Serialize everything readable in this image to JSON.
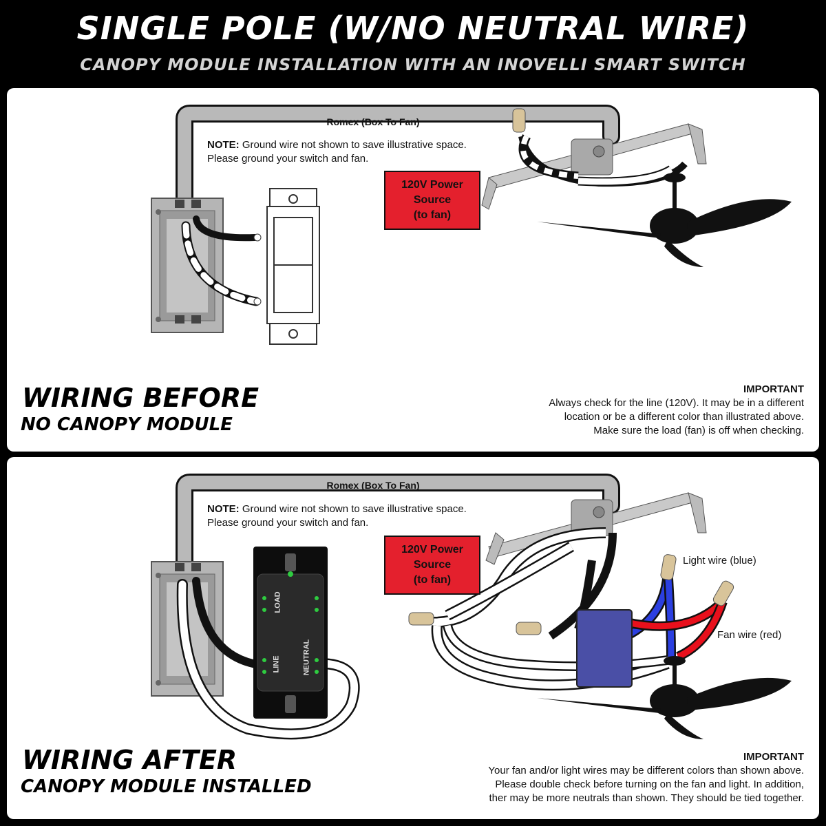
{
  "header": {
    "title": "SINGLE POLE (W/NO NEUTRAL WIRE)",
    "subtitle": "CANOPY MODULE INSTALLATION WITH AN INOVELLI SMART SWITCH"
  },
  "before": {
    "romex_label": "Romex (Box To Fan)",
    "note_label": "NOTE:",
    "note_text": "Ground wire not shown to save illustrative space. Please ground your switch and fan.",
    "power_line1": "120V Power",
    "power_line2": "Source",
    "power_line3": "(to fan)",
    "heading": "WIRING BEFORE",
    "subheading": "NO CANOPY MODULE",
    "important_title": "IMPORTANT",
    "important_line1": "Always check for the line (120V). It may be in a different",
    "important_line2": "location or be a different color than illustrated above.",
    "important_line3": "Make sure the load (fan) is off when checking."
  },
  "after": {
    "romex_label": "Romex (Box To Fan)",
    "note_label": "NOTE:",
    "note_text": "Ground wire not shown to save illustrative space. Please ground your switch and fan.",
    "power_line1": "120V Power",
    "power_line2": "Source",
    "power_line3": "(to fan)",
    "switch_load": "LOAD",
    "switch_line": "LINE",
    "switch_neutral": "NEUTRAL",
    "light_wire": "Light wire (blue)",
    "fan_wire": "Fan wire (red)",
    "heading": "WIRING AFTER",
    "subheading": "CANOPY MODULE INSTALLED",
    "important_title": "IMPORTANT",
    "important_line1": "Your fan and/or light wires may be different colors than shown above.",
    "important_line2": "Please double check before turning on the fan and light. In addition,",
    "important_line3": "ther may be more neutrals than shown. They should be tied together."
  },
  "colors": {
    "power_box": "#e4202d",
    "romex": "#b9b9b9",
    "light_wire": "#2b3fe0",
    "fan_wire": "#e8101c",
    "canopy_module": "#4a4fa6",
    "wire_nut": "#d8c49a"
  }
}
